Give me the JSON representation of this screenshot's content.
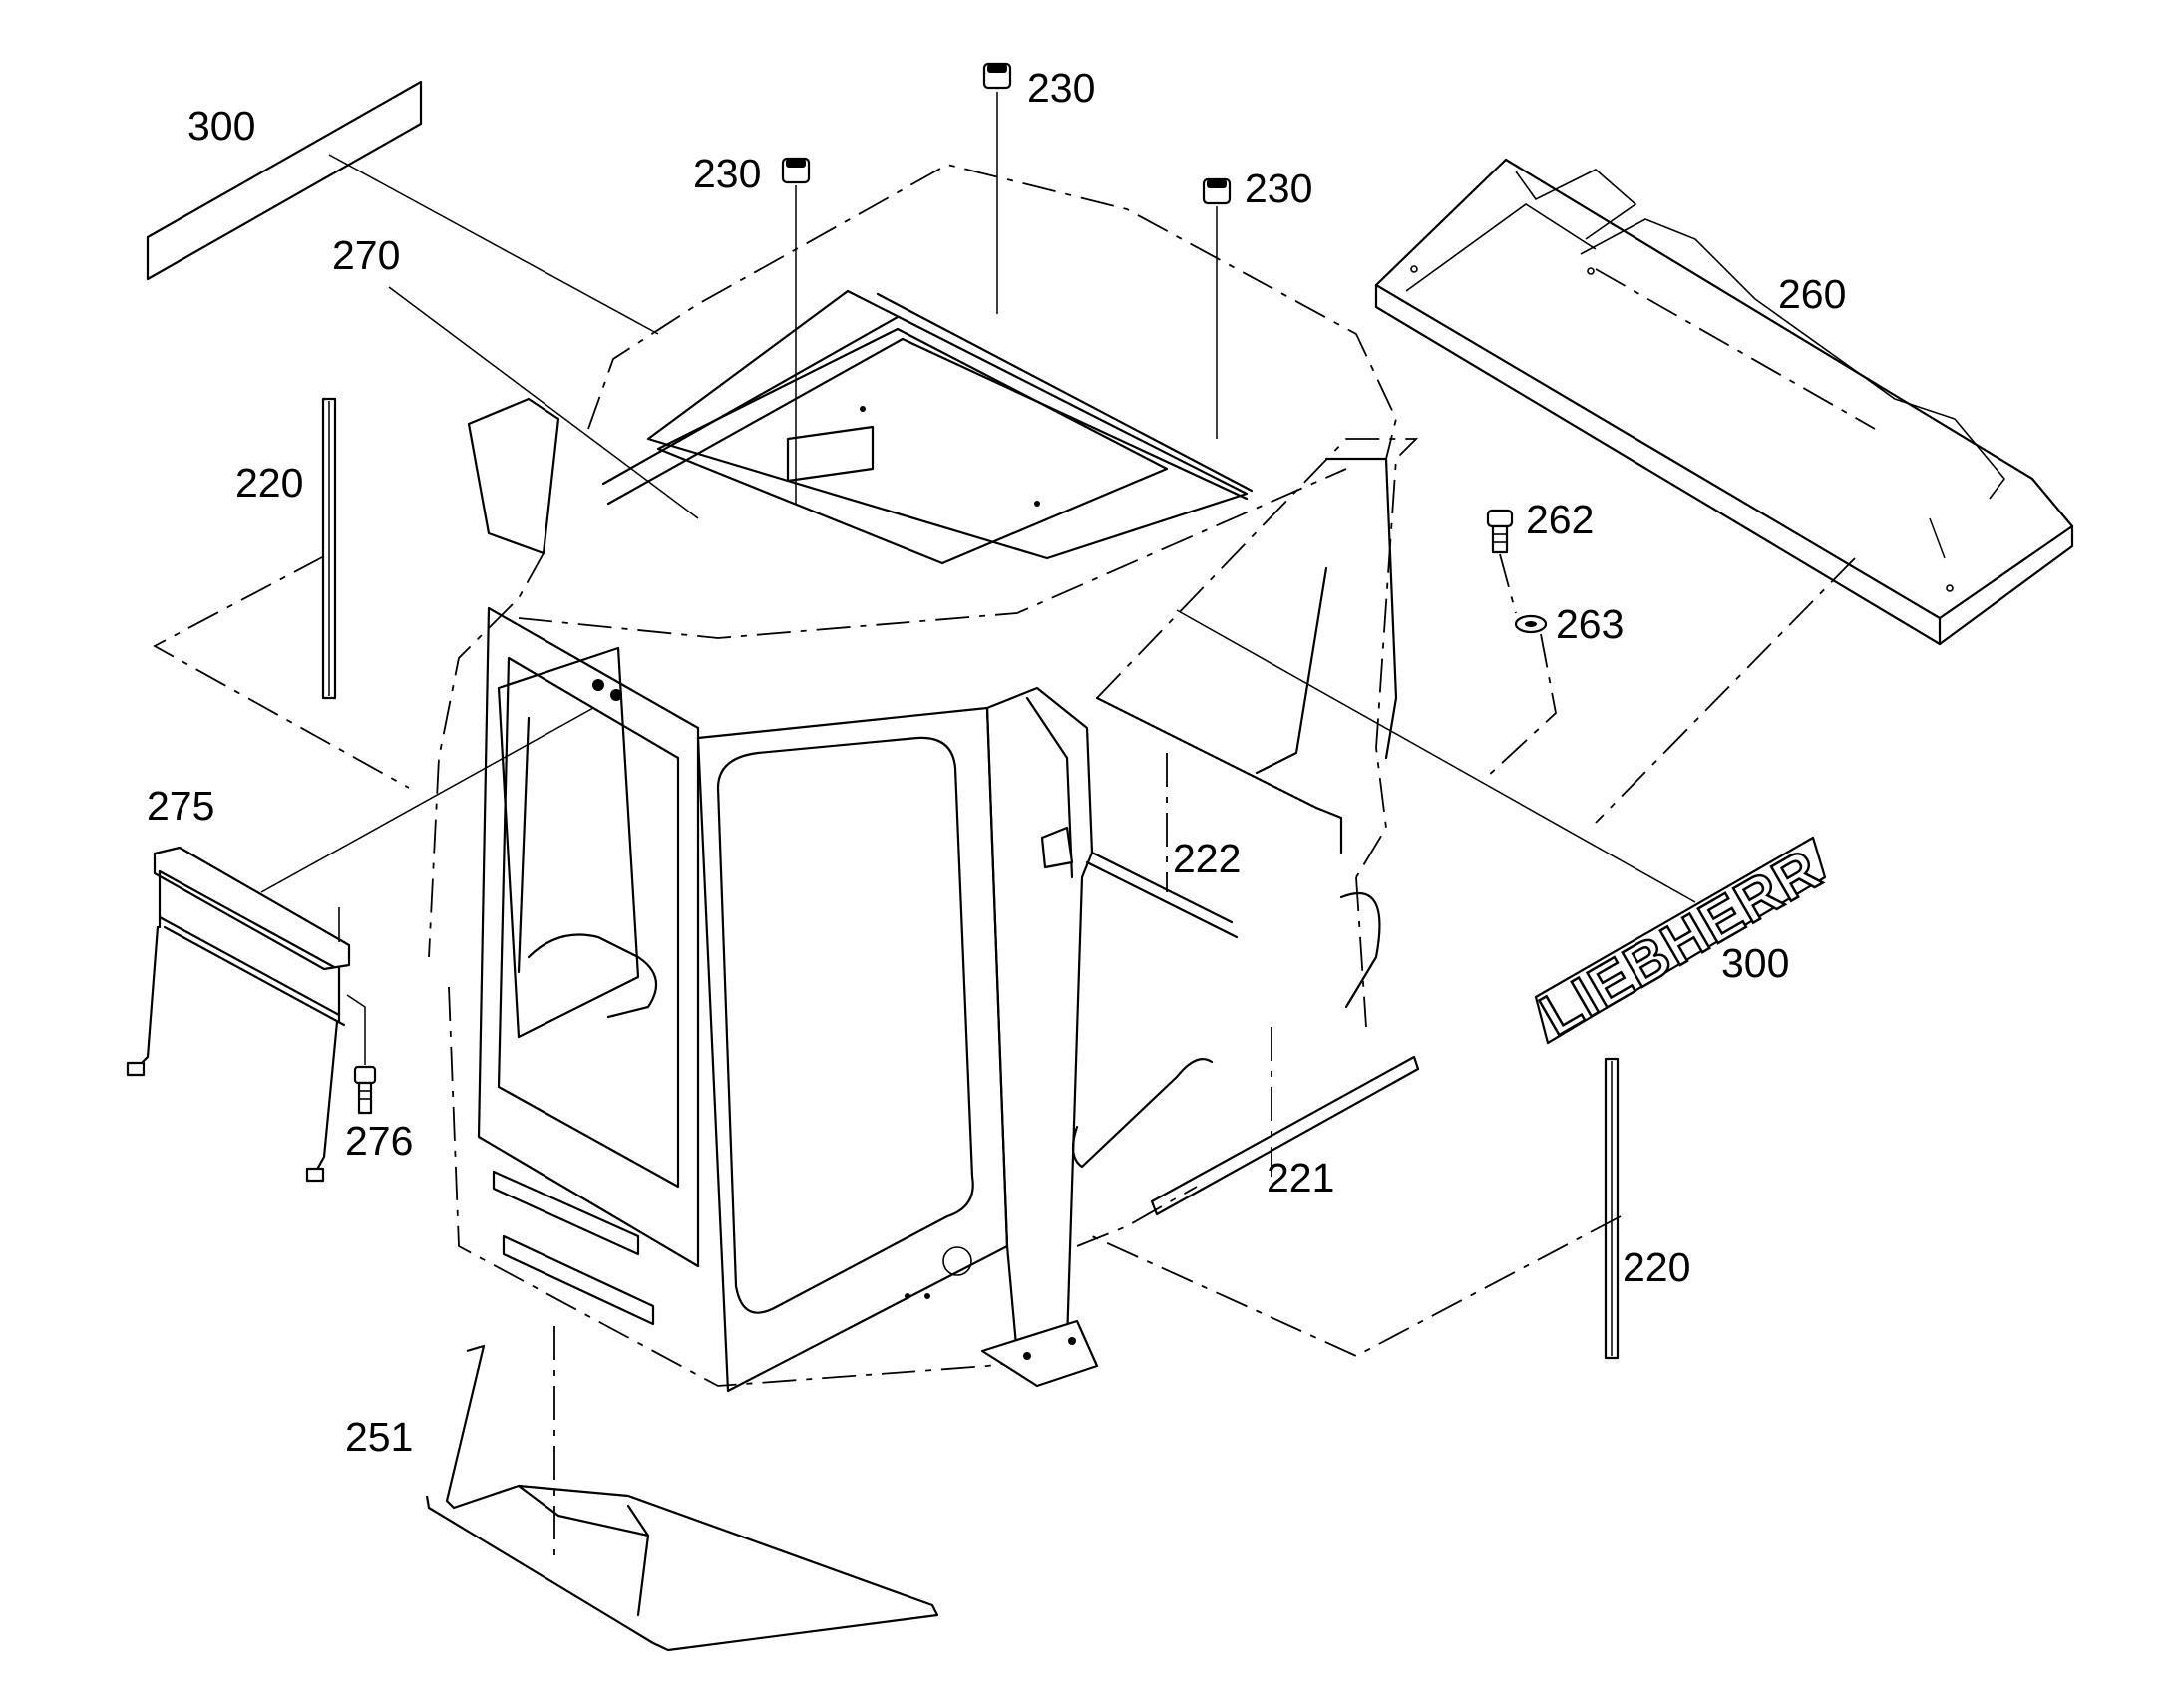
{
  "labels": [
    {
      "id": "300-top",
      "text": "300"
    },
    {
      "id": "230-a",
      "text": "230"
    },
    {
      "id": "230-b",
      "text": "230"
    },
    {
      "id": "230-c",
      "text": "230"
    },
    {
      "id": "270",
      "text": "270"
    },
    {
      "id": "260",
      "text": "260"
    },
    {
      "id": "220-left",
      "text": "220"
    },
    {
      "id": "262",
      "text": "262"
    },
    {
      "id": "263",
      "text": "263"
    },
    {
      "id": "275",
      "text": "275"
    },
    {
      "id": "222",
      "text": "222"
    },
    {
      "id": "300-logo",
      "text": "300"
    },
    {
      "id": "276",
      "text": "276"
    },
    {
      "id": "221",
      "text": "221"
    },
    {
      "id": "220-right",
      "text": "220"
    },
    {
      "id": "251",
      "text": "251"
    }
  ],
  "decal": {
    "text": "LIEBHERR"
  }
}
